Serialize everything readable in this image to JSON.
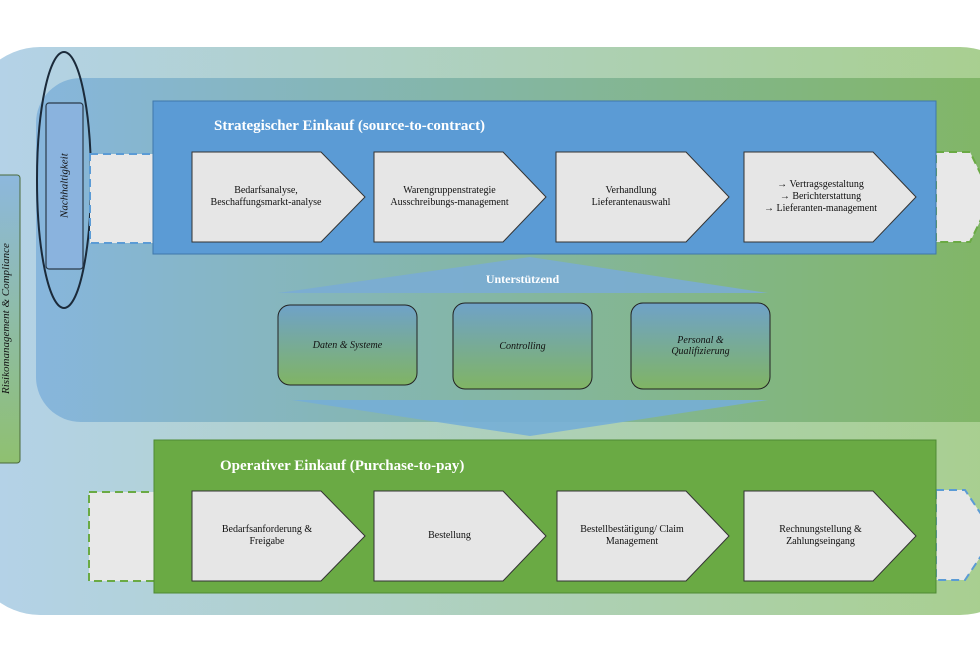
{
  "outer_label": "Risikomanagement & Compliance",
  "sustainability_label": "Nachhaltigkeit",
  "strategic": {
    "title": "Strategischer Einkauf (source-to-contract)",
    "steps": [
      [
        "Bedarfsanalyse,",
        "Beschaffungsmarkt-analyse"
      ],
      [
        "Warengruppenstrategie",
        "Ausschreibungs-management"
      ],
      [
        "Verhandlung",
        "Lieferantenauswahl"
      ],
      [
        "→ Vertragsgestaltung",
        "→ Berichterstattung",
        "→ Lieferanten-management"
      ]
    ]
  },
  "support": {
    "title": "Unterstützend",
    "items": [
      "Daten & Systeme",
      "Controlling",
      "Personal & Qualifizierung"
    ]
  },
  "operative": {
    "title": "Operativer Einkauf (Purchase-to-pay)",
    "steps": [
      [
        "Bedarfsanforderung &",
        "Freigabe"
      ],
      [
        "Bestellung"
      ],
      [
        "Bestellbestätigung/ Claim",
        "Management"
      ],
      [
        "Rechnungstellung &",
        "Zahlungseingang"
      ]
    ]
  },
  "colors": {
    "strategic_band": "#5b9bd5",
    "operative_band": "#6aaa44",
    "step_fill": "#e6e6e6",
    "outer_left": "#a9cbe6",
    "outer_right": "#a3cc86"
  }
}
